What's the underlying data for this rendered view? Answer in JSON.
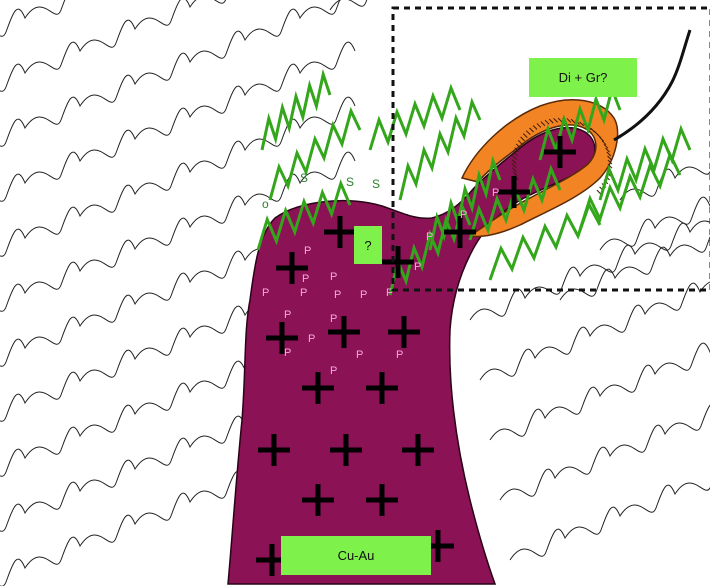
{
  "colors": {
    "pluton": "#8c1256",
    "skarn": "#f28424",
    "zigzag": "#33a61c",
    "label_box": "#7ef24a",
    "wave": "#222222",
    "p_letter": "#f7a6e1",
    "s_letter": "#2d7d2d"
  },
  "labels": {
    "skarn_label": "Di + Gr?",
    "unknown_label": "?",
    "ore_label": "Cu-Au"
  },
  "letters": {
    "p": "P",
    "s": "S",
    "o": "o"
  },
  "icons": {
    "cross": "plus-sign",
    "wave": "wavy-line",
    "zigzag": "zigzag-line"
  }
}
